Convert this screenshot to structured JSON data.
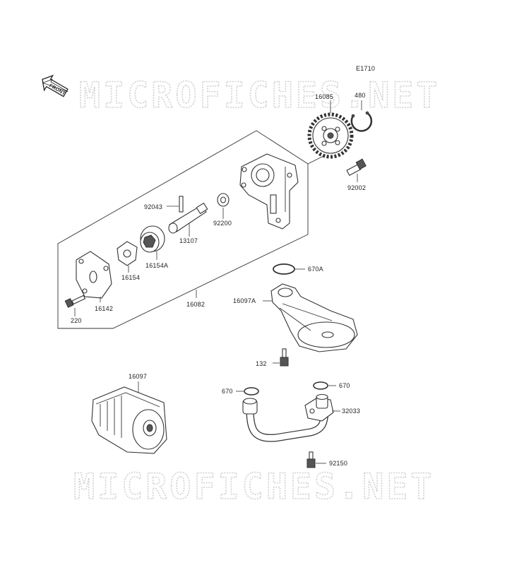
{
  "diagram_code": "E1710",
  "front_label": "FRONT",
  "watermark": "MICROFICHES.NET",
  "colors": {
    "line": "#333333",
    "watermark": "#d2d2d2"
  },
  "labels": {
    "p16085": "16085",
    "p480": "480",
    "p92002": "92002",
    "p92043": "92043",
    "p92200": "92200",
    "p13107": "13107",
    "p16154A": "16154A",
    "p16154": "16154",
    "p16142": "16142",
    "p220": "220",
    "p16082": "16082",
    "p670A": "670A",
    "p16097A": "16097A",
    "p132": "132",
    "p16097": "16097",
    "p670L": "670",
    "p670R": "670",
    "p32033": "32033",
    "p92150": "92150"
  }
}
